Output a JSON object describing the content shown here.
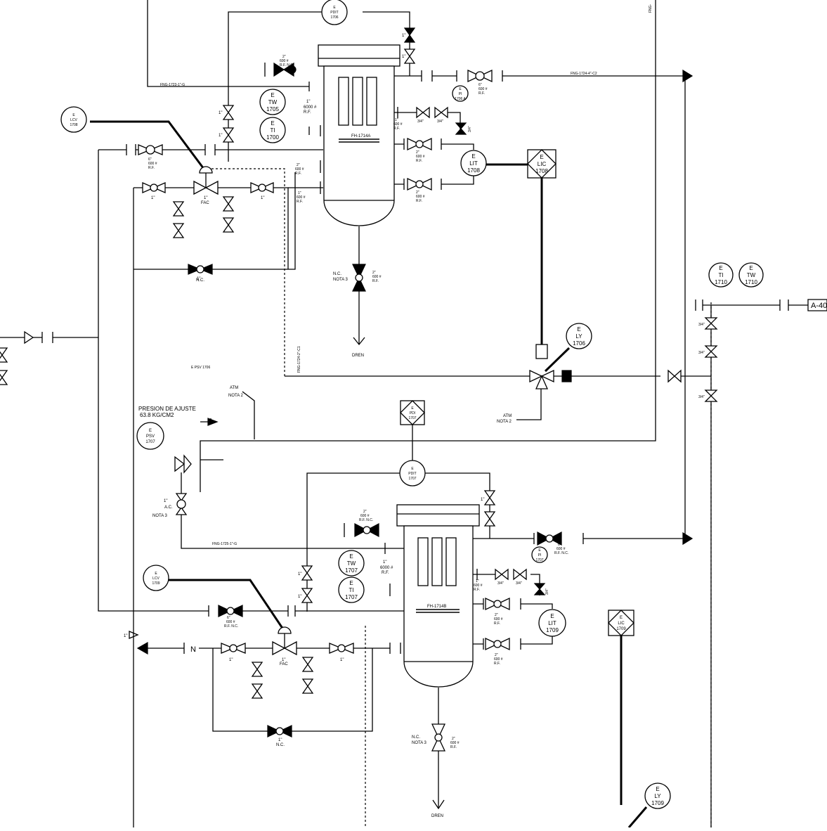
{
  "vessels": [
    {
      "id": "vessel-a",
      "tag": "FH-1714A"
    },
    {
      "id": "vessel-b",
      "tag": "FH-1714B"
    }
  ],
  "instruments": {
    "pdit_1706": {
      "l1": "E",
      "l2": "PDIT",
      "l3": "1706"
    },
    "lcv_1708": {
      "l1": "E",
      "l2": "LCV",
      "l3": "1708"
    },
    "tw_1705": {
      "l1": "E",
      "l2": "TW",
      "l3": "1705"
    },
    "ti_1700": {
      "l1": "E",
      "l2": "TI",
      "l3": "1700"
    },
    "pi_1706": {
      "l1": "E",
      "l2": "PI",
      "l3": "1706 A"
    },
    "lit_1708": {
      "l1": "E",
      "l2": "LIT",
      "l3": "1708"
    },
    "lic_1708": {
      "l1": "E",
      "l2": "LIC",
      "l3": "1708"
    },
    "ly_1706": {
      "l1": "E",
      "l2": "LY",
      "l3": "1706"
    },
    "ti_1710": {
      "l1": "E",
      "l2": "TI",
      "l3": "1710"
    },
    "tw_1710": {
      "l1": "E",
      "l2": "TW",
      "l3": "1710"
    },
    "psv_1707": {
      "l1": "E",
      "l2": "PSV",
      "l3": "1707"
    },
    "pdi_1707": {
      "l1": "E",
      "l2": "PDI",
      "l3": "1707"
    },
    "pdit_1707": {
      "l1": "E",
      "l2": "PDIT",
      "l3": "1707"
    },
    "tw_1707": {
      "l1": "E",
      "l2": "TW",
      "l3": "1707"
    },
    "ti_1707": {
      "l1": "E",
      "l2": "TI",
      "l3": "1707"
    },
    "pi_1707": {
      "l1": "E",
      "l2": "PI",
      "l3": "1707"
    },
    "lcv_1709": {
      "l1": "E",
      "l2": "LCV",
      "l3": "1709"
    },
    "lit_1709": {
      "l1": "E",
      "l2": "LIT",
      "l3": "1709"
    },
    "lic_1709": {
      "l1": "E",
      "l2": "LIC",
      "l3": "1709"
    },
    "ly_1709": {
      "l1": "E",
      "l2": "LY",
      "l3": "1709"
    }
  },
  "lines": {
    "top_left": "FNG-1723-1\"-G",
    "top_right": "FNG-1724-4\"-C2",
    "vertical_a": "FNG-1724-2\"-C1",
    "mid": "FNG-1725-1\"-G",
    "top_corner": "FNG-"
  },
  "offpage": {
    "a40": "A-40"
  },
  "labels": {
    "psv_note": "E PSV 1706",
    "presion_1": "PRESION DE AJUSTE",
    "presion_2": "63.8 KG/CM2",
    "atm": "ATM",
    "nota2": "NOTA 2",
    "nota3": "NOTA 3",
    "nc": "N.C.",
    "ac": "A.C.",
    "dren": "DREN",
    "fac": "FAC",
    "n_mark": "N",
    "s1": "1\"",
    "s2": "2\"",
    "s6": "6\"",
    "s34": "3/4\"",
    "rating": "600 #",
    "rf": "R.F.",
    "rfnc": "R.F. N.C.",
    "rating6000": "6000 #"
  }
}
